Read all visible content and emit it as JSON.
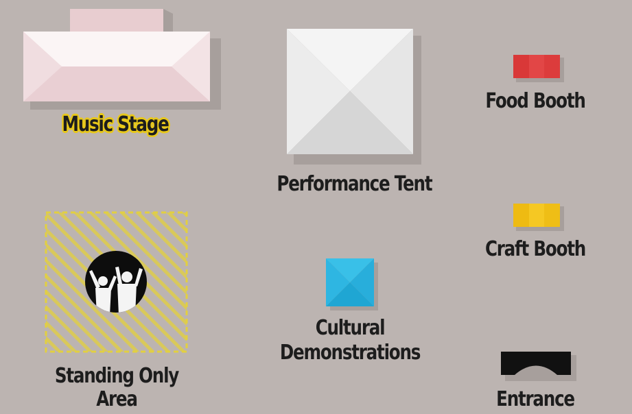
{
  "legend": {
    "music_stage": "Music Stage",
    "performance_tent": "Performance Tent",
    "food_booth": "Food Booth",
    "craft_booth": "Craft Booth",
    "standing_only_line1": "Standing Only",
    "standing_only_line2": "Area",
    "cultural_line1": "Cultural",
    "cultural_line2": "Demonstrations",
    "entrance": "Entrance"
  },
  "colors": {
    "background": "#bcb4b1",
    "music_stage": "#f0d4d4",
    "performance_tent": "#e6e6e6",
    "food_booth": "#e04040",
    "craft_booth": "#f2c21a",
    "standing_area_hatch": "#e8d74a",
    "cultural": "#2bb5e0",
    "entrance": "#111111",
    "label_highlight": "#e8c81a"
  },
  "icons": {
    "music_stage": "stage-icon",
    "performance_tent": "tent-icon",
    "food_booth": "food-booth-icon",
    "craft_booth": "craft-booth-icon",
    "standing_area": "standing-crowd-icon",
    "cultural": "cultural-demo-icon",
    "entrance": "entrance-gate-icon"
  }
}
